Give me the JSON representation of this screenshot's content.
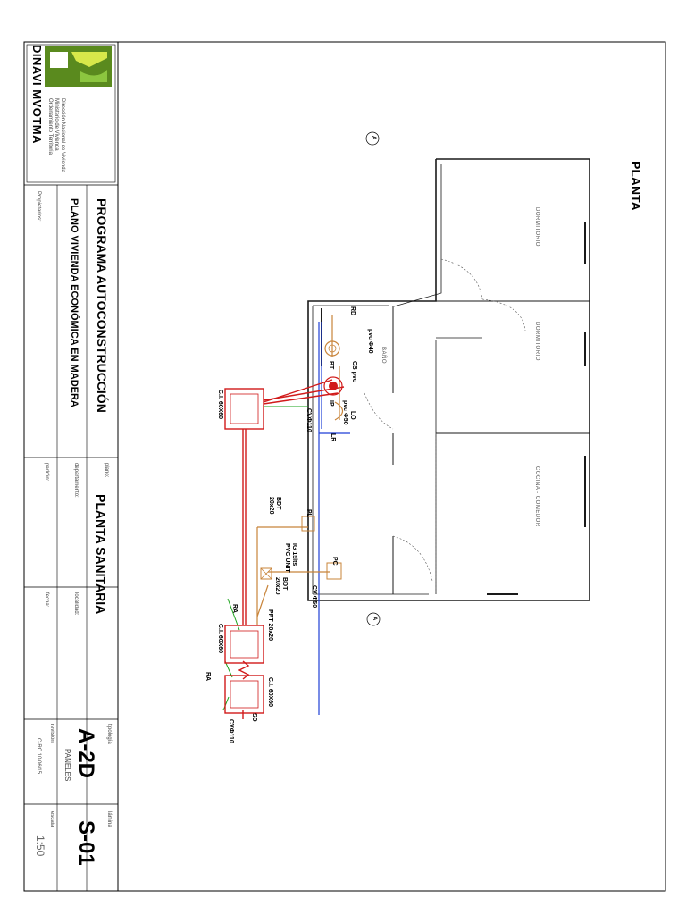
{
  "header": {
    "logo_text": "DINAVI MVOTMA",
    "logo_subtext": [
      "Dirección Nacional de Vivienda",
      "Ministerio de Vivienda",
      "Ordenamiento Territorial"
    ],
    "program": "PROGRAMA AUTOCONSTRUCCIÓN",
    "project": "PLANO VIVIENDA ECONÓMICA EN MADERA",
    "plan_label": "plano:",
    "plan_title": "PLANTA SANITARIA",
    "owner_label": "Propietarios:",
    "dept_label": "departamento:",
    "locality_label": "localidad:",
    "padron_label": "padrón:",
    "fecha_label": "fecha:",
    "tipologia_label": "tipología",
    "typology": "A-2D",
    "typology_sub": "PANELES",
    "revision_label": "revisión",
    "revision_value": "C-RC 10/06/15",
    "lamina_label": "lámina",
    "sheet_code": "S-01",
    "escala_label": "escala",
    "scale": "1:50"
  },
  "plan": {
    "title": "PLANTA",
    "rooms": [
      "DORMITORIO",
      "DORMITORIO",
      "COCINA - COMEDOR",
      "BAÑO"
    ],
    "labels": {
      "rd": "RD",
      "pvc40": "pvc Φ40",
      "cs": "CS pvc",
      "bt": "BT",
      "ip": "IP",
      "lo": "LO",
      "pvc50": "pvc Φ50",
      "lr": "LR",
      "ci1": "C.I. 60X60",
      "cv110": "CVΦ110",
      "pl": "PL",
      "bdt": "BDT",
      "bdt_size": "20x20",
      "pc": "PC",
      "ig": "IG 15lts",
      "pvc_unit": "PVC UNIT",
      "bdt2": "BDT",
      "bdt2_size": "20x20",
      "ppt": "PPT 20x20",
      "cv50": "CV Φ50",
      "ra1": "RA",
      "ci2": "C.I. 60X60",
      "ra2": "RA",
      "ci3": "C.I. 60X60",
      "sd": "SD",
      "cv110b": "CVΦ110",
      "section_a": "A"
    }
  },
  "colors": {
    "wall": "#1a1a1a",
    "sewer": "#d11a1a",
    "drain": "#c8843a",
    "water": "#1f3fd6",
    "rain": "#19a319",
    "logo_green": "#5a8a1e"
  }
}
